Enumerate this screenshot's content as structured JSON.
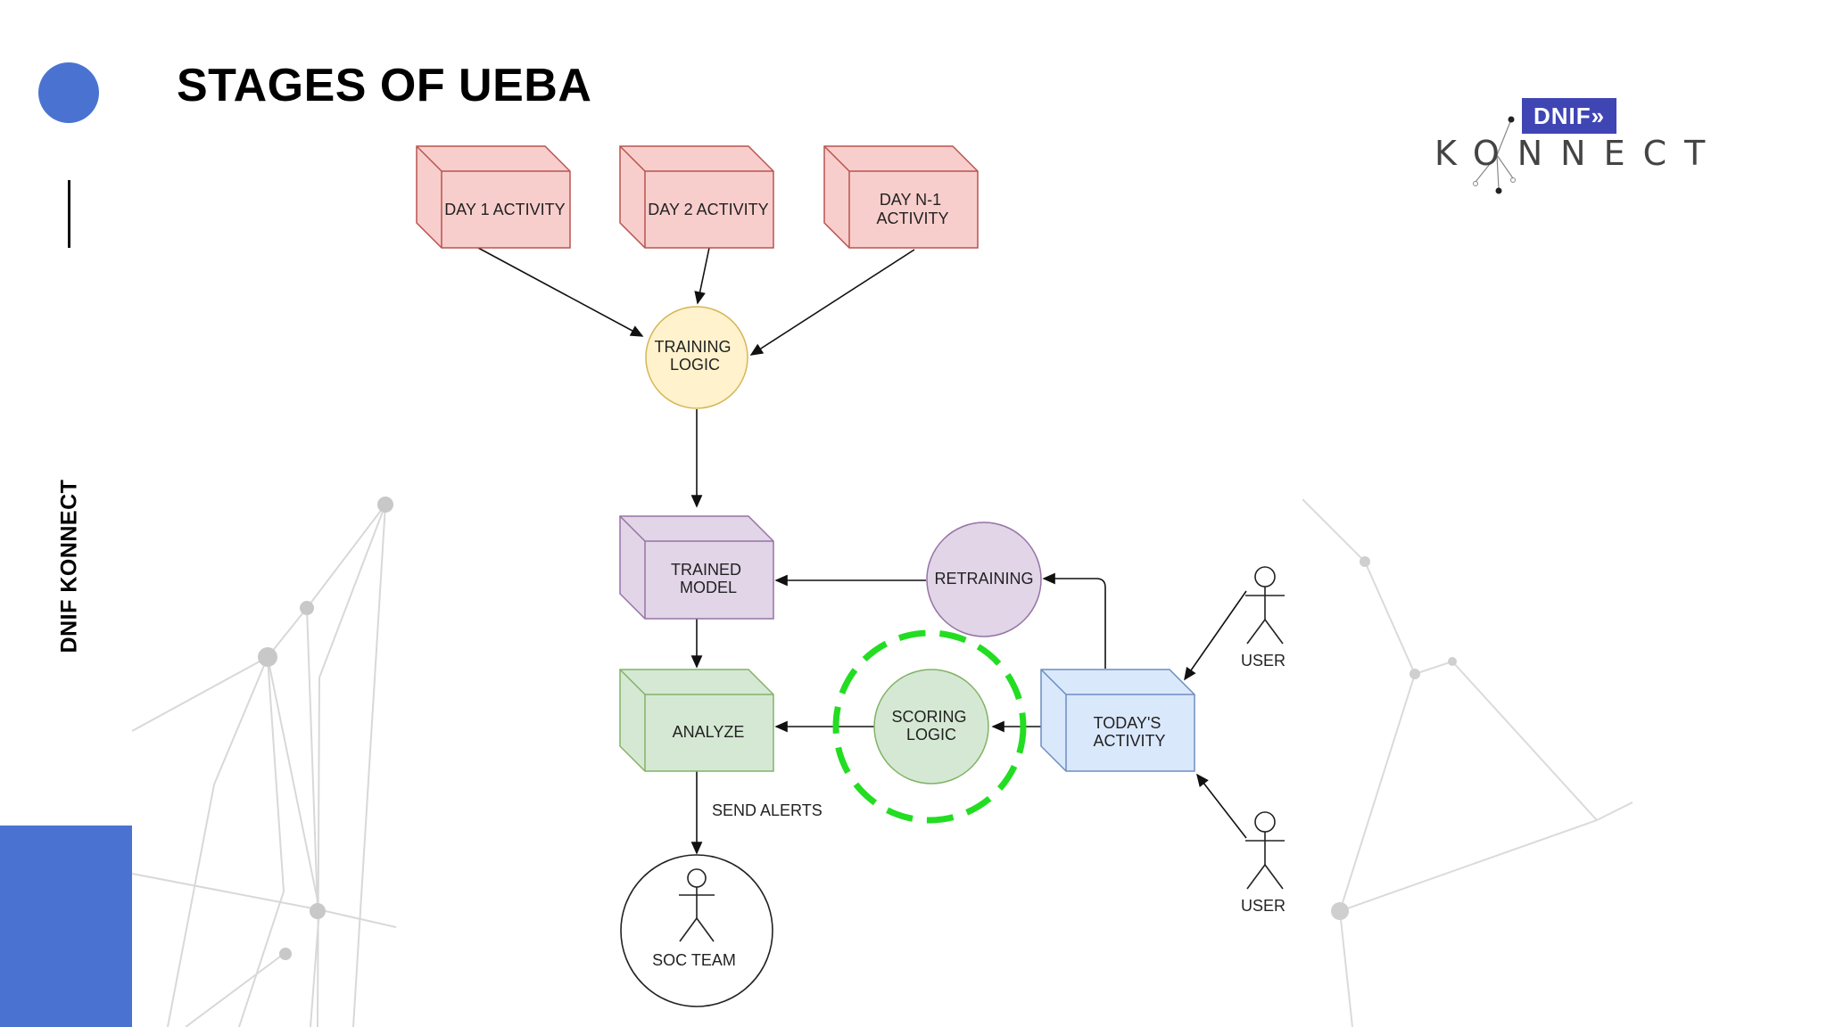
{
  "slide": {
    "title": "STAGES OF UEBA",
    "side_label": "DNIF KONNECT"
  },
  "logo": {
    "badge": "DNIF»",
    "wordmark": "KONNECT"
  },
  "diagram": {
    "nodes": {
      "day1": [
        "DAY 1 ACTIVITY"
      ],
      "day2": [
        "DAY 2 ACTIVITY"
      ],
      "dayn1": [
        "DAY N-1",
        "ACTIVITY"
      ],
      "training_logic": [
        "TRAINING",
        "LOGIC"
      ],
      "trained_model": [
        "TRAINED",
        "MODEL"
      ],
      "retraining": [
        "RETRAINING"
      ],
      "analyze": [
        "ANALYZE"
      ],
      "scoring_logic": [
        "SCORING",
        "LOGIC"
      ],
      "todays_activity": [
        "TODAY'S",
        "ACTIVITY"
      ],
      "user_top": "USER",
      "user_bottom": "USER",
      "soc_team": "SOC TEAM"
    },
    "edge_labels": {
      "send_alerts": "SEND ALERTS"
    },
    "highlight": "scoring_logic",
    "colors": {
      "red_box": "#f8cecc",
      "red_stroke": "#b85450",
      "yellow_circle": "#fff2cc",
      "yellow_stroke": "#d6b656",
      "purple": "#e1d5e7",
      "purple_stroke": "#9673a6",
      "green": "#d5e8d4",
      "green_stroke": "#82b366",
      "blue_box": "#dae8fc",
      "blue_stroke": "#6c8ebf",
      "highlight_ring": "#22dd22",
      "accent_blue": "#4a73d1"
    }
  }
}
